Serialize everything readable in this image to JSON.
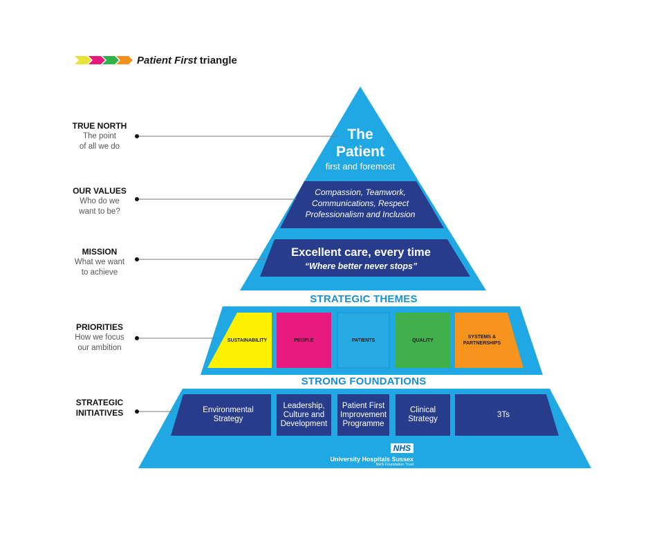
{
  "title": {
    "italic": "Patient First",
    "rest": "triangle",
    "arrow_colors": [
      "#e8e337",
      "#e6197d",
      "#2fb34a",
      "#f0911f"
    ]
  },
  "side_labels": [
    {
      "title": "TRUE NORTH",
      "sub": [
        "The point",
        "of all we do"
      ]
    },
    {
      "title": "OUR VALUES",
      "sub": [
        "Who do we",
        "want to be?"
      ]
    },
    {
      "title": "MISSION",
      "sub": [
        "What we want",
        "to achieve"
      ]
    },
    {
      "title": "PRIORITIES",
      "sub": [
        "How we focus",
        "our ambition"
      ]
    },
    {
      "title": "STRATEGIC",
      "title2": "INITIATIVES",
      "sub": []
    }
  ],
  "true_north": {
    "line1": "The",
    "line2": "Patient",
    "line3": "first and foremost"
  },
  "values": {
    "line1": "Compassion, Teamwork,",
    "line2": "Communications, Respect",
    "line3": "Professionalism and Inclusion"
  },
  "mission": {
    "headline": "Excellent care, every time",
    "tagline": "“Where better never stops”"
  },
  "strategic_themes_label": "STRATEGIC THEMES",
  "themes": [
    {
      "label": "SUSTAINABILITY",
      "color": "#fff200"
    },
    {
      "label": "PEOPLE",
      "color": "#e6197d"
    },
    {
      "label": "PATIENTS",
      "color": "#27aae1"
    },
    {
      "label": "QUALITY",
      "color": "#3fb04a"
    },
    {
      "label": "SYSTEMS & PARTNERSHIPS",
      "color": "#f7941d"
    }
  ],
  "strong_foundations_label": "STRONG FOUNDATIONS",
  "initiatives": [
    {
      "label": "Environmental\nStrategy"
    },
    {
      "label": "Leadership,\nCulture and\nDevelopment"
    },
    {
      "label": "Patient First\nImprovement\nProgramme"
    },
    {
      "label": "Clinical\nStrategy"
    },
    {
      "label": "3Ts"
    }
  ],
  "nhs": {
    "logo": "NHS",
    "org": "University Hospitals Sussex",
    "trust": "NHS Foundation Trust"
  },
  "colors": {
    "cyan": "#1fa8e3",
    "navy": "#283c8c",
    "band_text": "#1a8fd1"
  }
}
